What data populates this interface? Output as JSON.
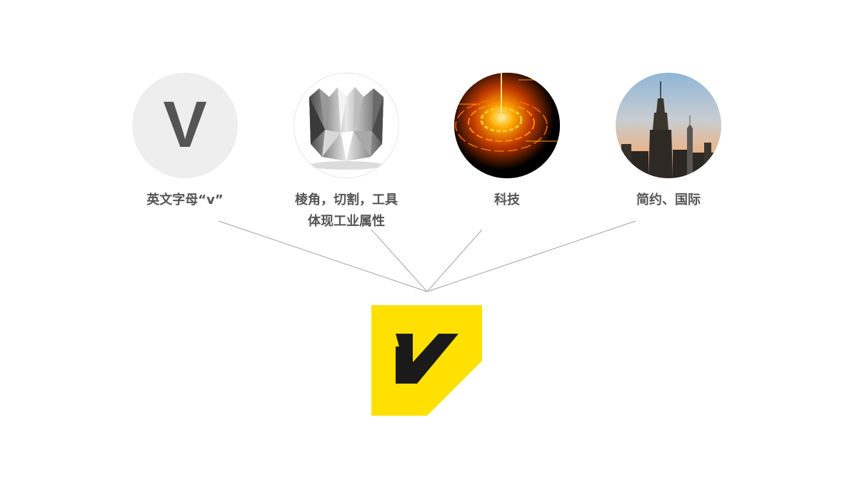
{
  "concepts": [
    {
      "label": "英文字母“v”",
      "icon": "letter-v-icon"
    },
    {
      "label_line1": "棱角，切割，工具",
      "label_line2": "体现工业属性",
      "icon": "faceted-vase-image"
    },
    {
      "label": "科技",
      "icon": "tech-hud-image"
    },
    {
      "label": "简约、国际",
      "icon": "skyscraper-image"
    }
  ],
  "letter_glyph": "V",
  "colors": {
    "label": "#555555",
    "logo_yellow": "#FFE000",
    "logo_mark": "#1a1a1a",
    "connector": "#b0b0b0",
    "letter_circle_bg": "#eeeeee",
    "letter_glyph": "#555555"
  }
}
